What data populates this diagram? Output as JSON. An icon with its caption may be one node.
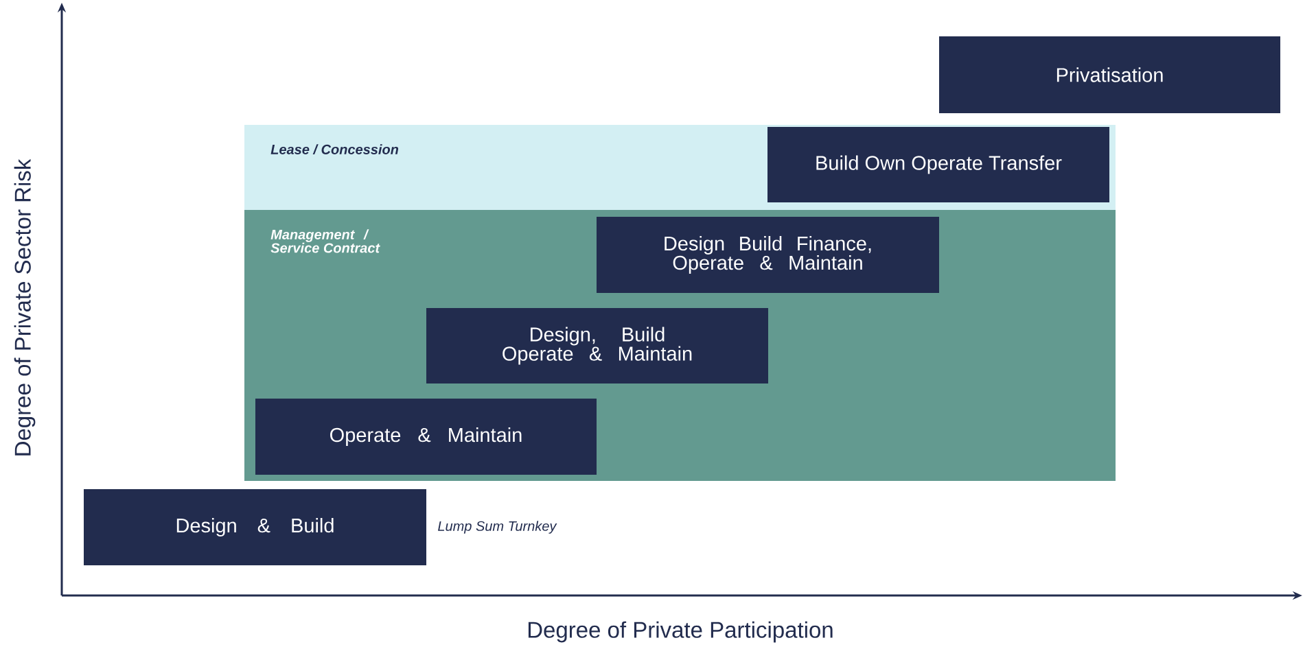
{
  "diagram": {
    "nodes": [
      {
        "text": [
          "Privatisation"
        ]
      },
      {
        "text": [
          "Lease / Concession"
        ]
      },
      {
        "text": [
          "Build Own Operate Transfer"
        ],
        "in": 1
      },
      {
        "text": [
          "Management / Service Contract"
        ]
      },
      {
        "text": [
          "Design Build Finance, Operate & Maintain"
        ],
        "in": 3
      },
      {
        "text": [
          "Design, Build Operate & Maintain"
        ],
        "in": 3
      },
      {
        "text": [
          "Operate & Maintain"
        ],
        "in": 3
      },
      {
        "text": [
          "Design & Build"
        ],
        "beside": [
          "Lump Sum Turnkey"
        ]
      }
    ],
    "labels": [
      "Degree of Private Sector Risk",
      "Degree of Private Participation"
    ]
  }
}
